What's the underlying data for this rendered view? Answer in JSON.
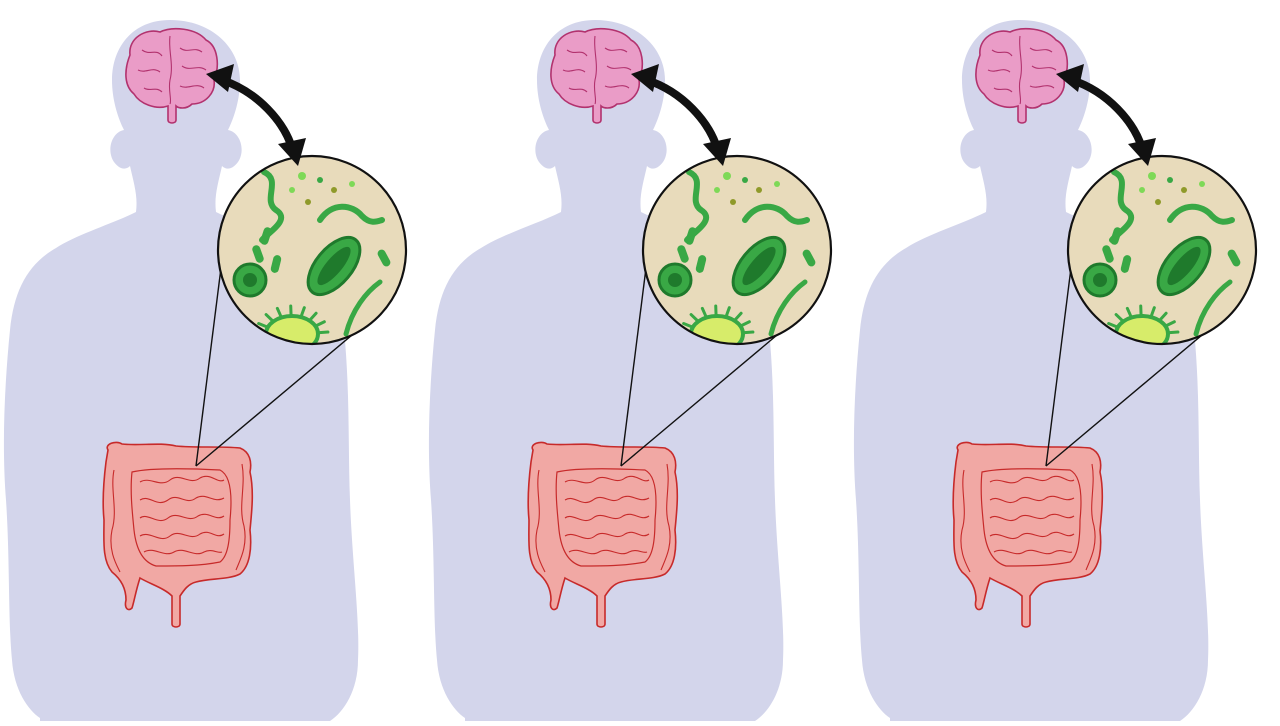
{
  "colors": {
    "background": "#ffffff",
    "silhouette": "#d3d5eb",
    "brain_fill": "#ea9cc7",
    "brain_stroke": "#b2326e",
    "intestine_fill": "#f1a8a4",
    "intestine_stroke": "#c72a2a",
    "lens_fill": "#e8dbbb",
    "lens_stroke": "#111111",
    "arrow": "#111111",
    "microbe_dark": "#1f7a2c",
    "microbe_mid": "#39a845",
    "microbe_light": "#7ed957",
    "microbe_olive": "#8f9a2a",
    "microbe_yellow": "#d7ec6a"
  },
  "figures": [
    {
      "name": "figure-left"
    },
    {
      "name": "figure-middle"
    },
    {
      "name": "figure-right"
    }
  ],
  "icons": [
    "human-silhouette-icon",
    "brain-icon",
    "intestine-icon",
    "magnifier-lens-icon",
    "bidirectional-arrow-icon",
    "bacteria-icon"
  ]
}
